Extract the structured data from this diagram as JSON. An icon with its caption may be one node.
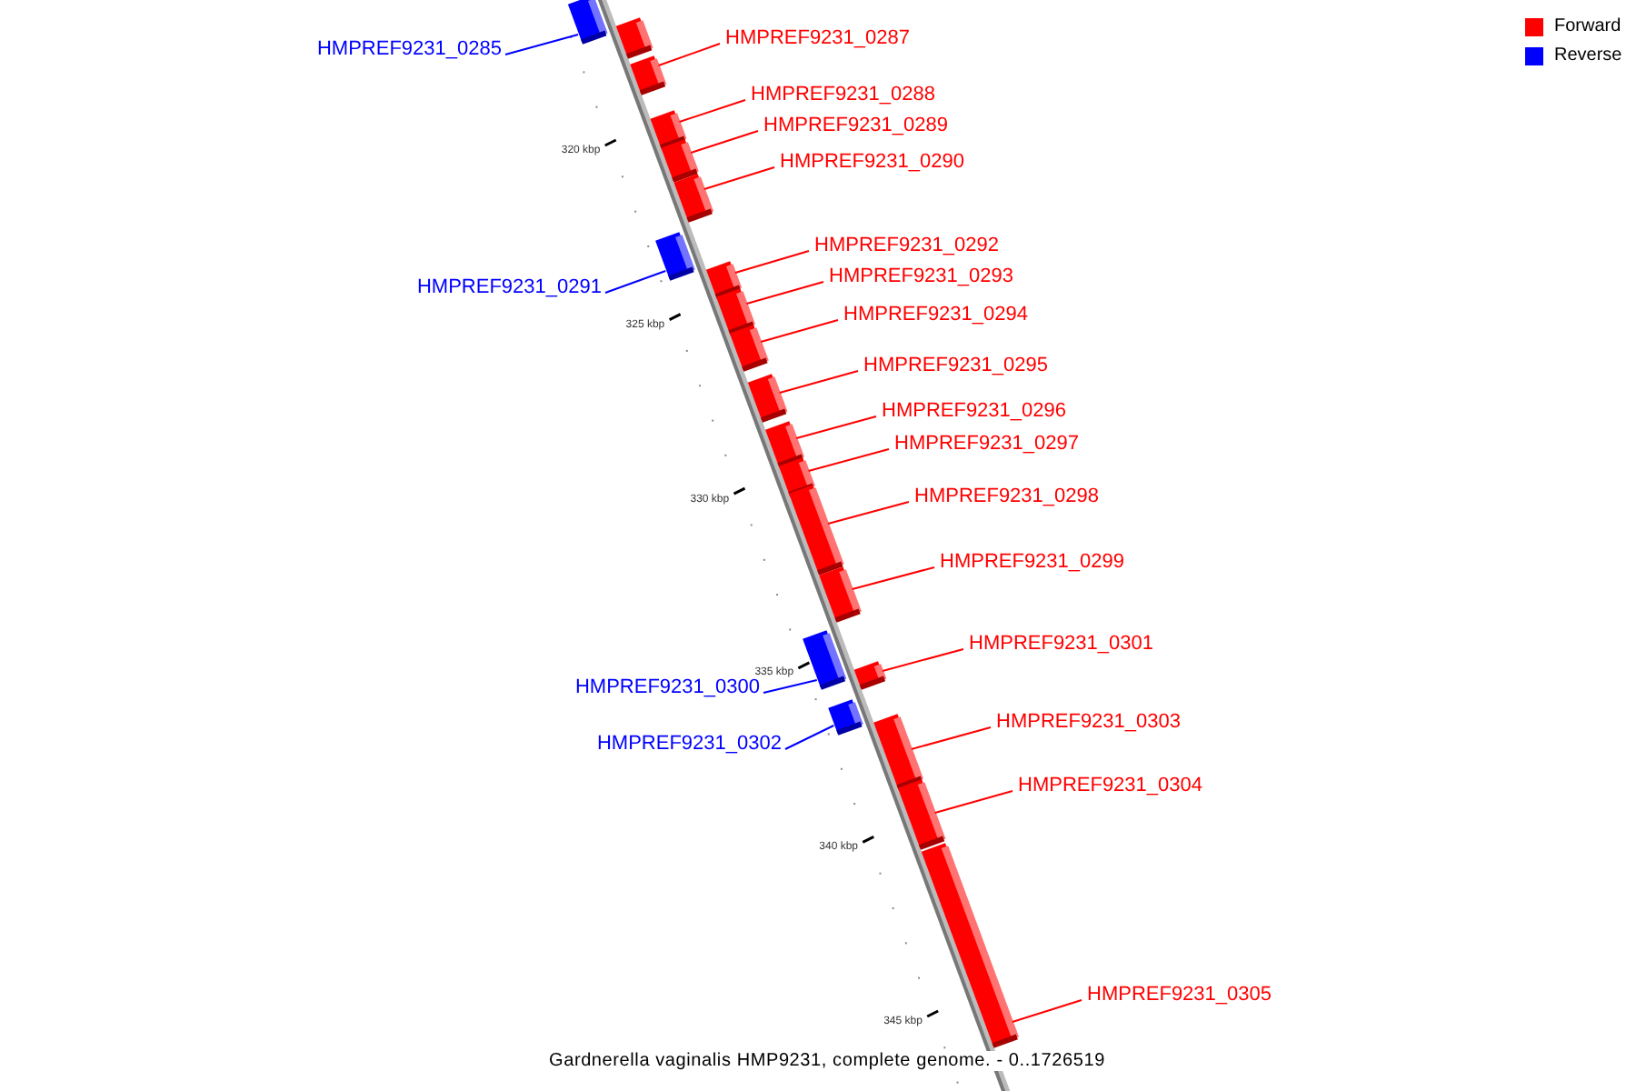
{
  "diagram": {
    "caption": "Gardnerella vaginalis HMP9231, complete genome. - 0..1726519",
    "nodes": [
      {
        "text": [
          "HMPREF9231_0285"
        ]
      },
      {
        "text": [],
        "shape": "bar"
      },
      {
        "text": [],
        "shape": "bar"
      },
      {
        "text": [
          "HMPREF9231_0287"
        ]
      },
      {
        "text": [],
        "shape": "bar"
      },
      {
        "text": [
          "HMPREF9231_0288"
        ]
      },
      {
        "text": [],
        "shape": "bar"
      },
      {
        "text": [
          "HMPREF9231_0289"
        ]
      },
      {
        "text": [],
        "shape": "bar"
      },
      {
        "text": [
          "HMPREF9231_0290"
        ]
      },
      {
        "text": [],
        "shape": "bar"
      },
      {
        "text": [
          "HMPREF9231_0291"
        ]
      },
      {
        "text": [],
        "shape": "bar"
      },
      {
        "text": [
          "HMPREF9231_0292"
        ]
      },
      {
        "text": [],
        "shape": "bar"
      },
      {
        "text": [
          "HMPREF9231_0293"
        ]
      },
      {
        "text": [],
        "shape": "bar"
      },
      {
        "text": [
          "HMPREF9231_0294"
        ]
      },
      {
        "text": [],
        "shape": "bar"
      },
      {
        "text": [
          "HMPREF9231_0295"
        ]
      },
      {
        "text": [],
        "shape": "bar"
      },
      {
        "text": [
          "HMPREF9231_0296"
        ]
      },
      {
        "text": [],
        "shape": "bar"
      },
      {
        "text": [
          "HMPREF9231_0297"
        ]
      },
      {
        "text": [],
        "shape": "bar"
      },
      {
        "text": [
          "HMPREF9231_0298"
        ]
      },
      {
        "text": [],
        "shape": "bar"
      },
      {
        "text": [
          "HMPREF9231_0299"
        ]
      },
      {
        "text": [],
        "shape": "bar"
      },
      {
        "text": [
          "HMPREF9231_0300"
        ]
      },
      {
        "text": [],
        "shape": "bar"
      },
      {
        "text": [
          "HMPREF9231_0301"
        ]
      },
      {
        "text": [],
        "shape": "bar"
      },
      {
        "text": [
          "HMPREF9231_0302"
        ]
      },
      {
        "text": [],
        "shape": "bar"
      },
      {
        "text": [
          "HMPREF9231_0303"
        ]
      },
      {
        "text": [],
        "shape": "bar"
      },
      {
        "text": [
          "HMPREF9231_0304"
        ]
      },
      {
        "text": [],
        "shape": "bar"
      },
      {
        "text": [
          "HMPREF9231_0305"
        ]
      },
      {
        "text": [],
        "shape": "bar"
      }
    ],
    "edges": [
      {
        "from": 0,
        "to": 1,
        "arrow": "none",
        "color": "#0000ff"
      },
      {
        "from": 3,
        "to": 4,
        "arrow": "none"
      },
      {
        "from": 5,
        "to": 6,
        "arrow": "none"
      },
      {
        "from": 7,
        "to": 8,
        "arrow": "none"
      },
      {
        "from": 9,
        "to": 10,
        "arrow": "none"
      },
      {
        "from": 11,
        "to": 12,
        "arrow": "none",
        "color": "#0000ff"
      },
      {
        "from": 13,
        "to": 14,
        "arrow": "none"
      },
      {
        "from": 15,
        "to": 16,
        "arrow": "none"
      },
      {
        "from": 17,
        "to": 18,
        "arrow": "none"
      },
      {
        "from": 19,
        "to": 20,
        "arrow": "none"
      },
      {
        "from": 21,
        "to": 22,
        "arrow": "none"
      },
      {
        "from": 23,
        "to": 24,
        "arrow": "none"
      },
      {
        "from": 25,
        "to": 26,
        "arrow": "none"
      },
      {
        "from": 27,
        "to": 28,
        "arrow": "none"
      },
      {
        "from": 29,
        "to": 30,
        "arrow": "none",
        "color": "#0000ff"
      },
      {
        "from": 31,
        "to": 32,
        "arrow": "none"
      },
      {
        "from": 33,
        "to": 34,
        "arrow": "none",
        "color": "#0000ff"
      },
      {
        "from": 35,
        "to": 36,
        "arrow": "none"
      },
      {
        "from": 37,
        "to": 38,
        "arrow": "none"
      },
      {
        "from": 39,
        "to": 40,
        "arrow": "none"
      }
    ],
    "labels": [
      "320 kbp",
      "325 kbp",
      "330 kbp",
      "335 kbp",
      "340 kbp",
      "345 kbp"
    ],
    "legend": [
      {
        "text": "Forward",
        "color": "#ff0000"
      },
      {
        "text": "Reverse",
        "color": "#0000ff"
      }
    ]
  }
}
